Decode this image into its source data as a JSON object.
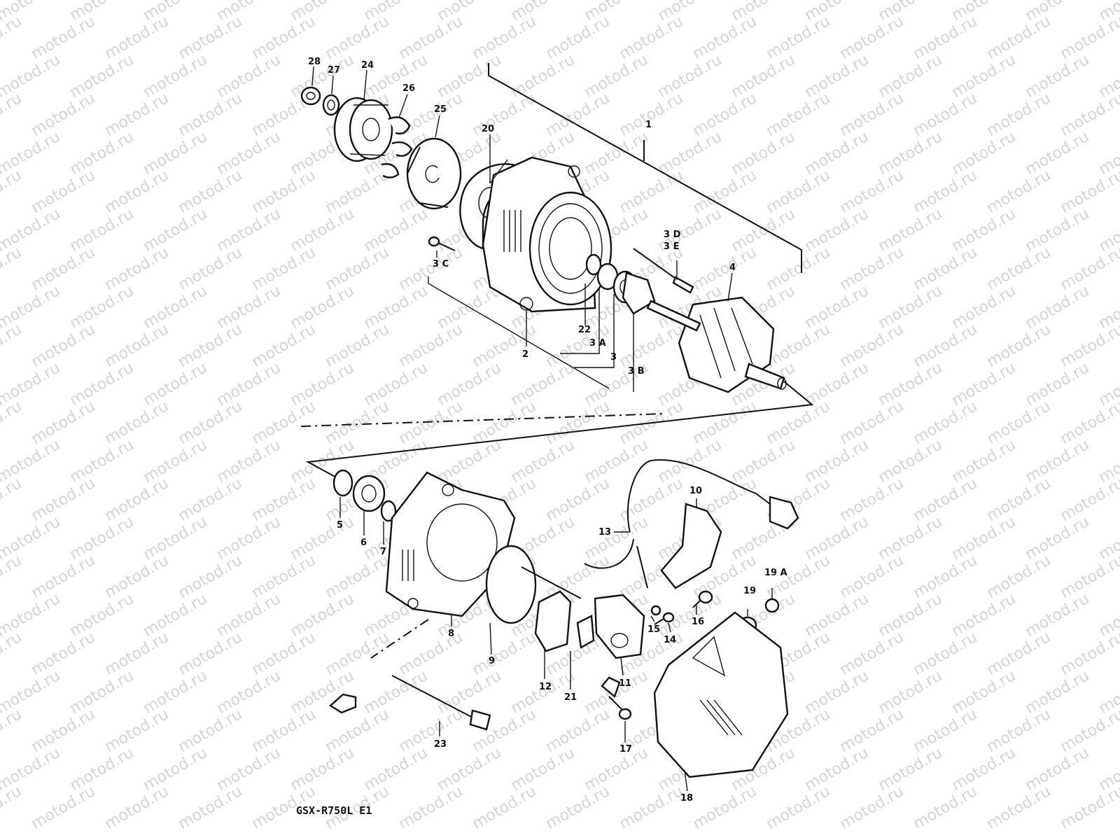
{
  "watermark": {
    "text": "motod.ru",
    "color": "#d4d4d4"
  },
  "model_code": "GSX-R750L E1",
  "callouts": {
    "c1": "1",
    "c2": "2",
    "c3": "3",
    "c3a": "3 A",
    "c3b": "3 B",
    "c3c": "3 C",
    "c3d": "3 D",
    "c3e": "3 E",
    "c4": "4",
    "c5": "5",
    "c6": "6",
    "c7": "7",
    "c8": "8",
    "c9": "9",
    "c10": "10",
    "c11": "11",
    "c12": "12",
    "c13": "13",
    "c14": "14",
    "c15": "15",
    "c16": "16",
    "c17": "17",
    "c18": "18",
    "c19": "19",
    "c19a": "19 A",
    "c20": "20",
    "c21": "21",
    "c22": "22",
    "c23": "23",
    "c24": "24",
    "c25": "25",
    "c26": "26",
    "c27": "27",
    "c28": "28"
  },
  "colors": {
    "line": "#111111",
    "background": "#ffffff"
  }
}
